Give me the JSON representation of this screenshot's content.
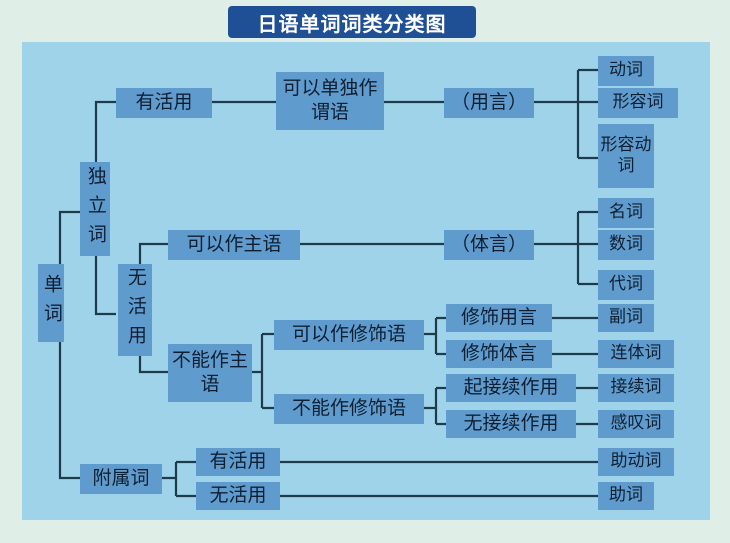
{
  "title": "日语单词词类分类图",
  "nodes": {
    "root": "单词",
    "independent": "独立词",
    "inflect": "有活用",
    "predicate": "可以单独作谓语",
    "yougen": "（用言）",
    "verb": "动词",
    "adj": "形容词",
    "adjverb": "形容动词",
    "non_inflect": "无活用",
    "can_subject": "可以作主语",
    "taigen": "（体言）",
    "noun": "名词",
    "numeral": "数词",
    "pronoun": "代词",
    "cannot_subject": "不能作主语",
    "can_modifier": "可以作修饰语",
    "mod_yougen": "修饰用言",
    "adverb": "副词",
    "mod_taigen": "修饰体言",
    "adnominal": "连体词",
    "cannot_modifier": "不能作修饰语",
    "conj_func": "起接续作用",
    "conjunction": "接续词",
    "no_conj_func": "无接续作用",
    "interjection": "感叹词",
    "dependent": "附属词",
    "dep_inflect": "有活用",
    "aux_verb": "助动词",
    "dep_non_inflect": "无活用",
    "particle": "助词"
  }
}
